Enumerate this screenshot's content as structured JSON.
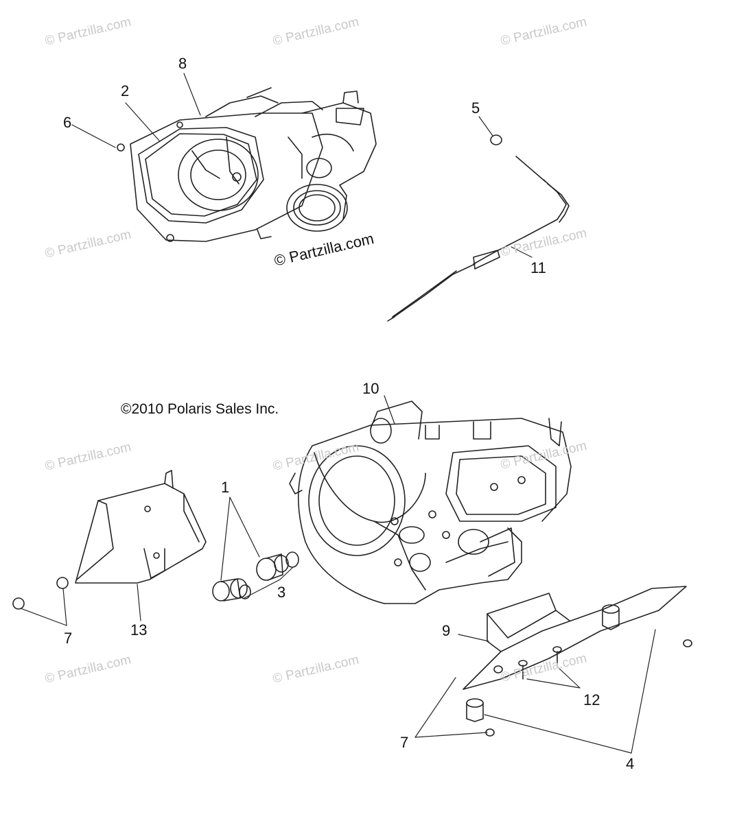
{
  "watermark_text": "© Partzilla.com",
  "watermark_center_text": "© Partzilla.com",
  "copyright": "©2010 Polaris Sales Inc.",
  "callouts": {
    "c1": "1",
    "c2": "2",
    "c3": "3",
    "c4": "4",
    "c5": "5",
    "c6": "6",
    "c7a": "7",
    "c7b": "7",
    "c8": "8",
    "c9": "9",
    "c10": "10",
    "c11": "11",
    "c12": "12",
    "c13": "13"
  }
}
